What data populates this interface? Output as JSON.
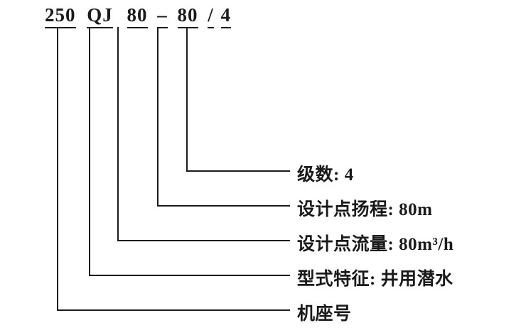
{
  "model_code": {
    "segments": [
      "250",
      "QJ",
      "80",
      "–",
      "80",
      "/",
      "4"
    ]
  },
  "labels": {
    "stages": "级数: 4",
    "design_head": "设计点扬程: 80m",
    "design_flow": "设计点流量: 80m³/h",
    "type_feature": "型式特征: 井用潜水",
    "frame_number": "机座号"
  },
  "colors": {
    "ink": "#1a1a1a",
    "background": "#ffffff"
  }
}
